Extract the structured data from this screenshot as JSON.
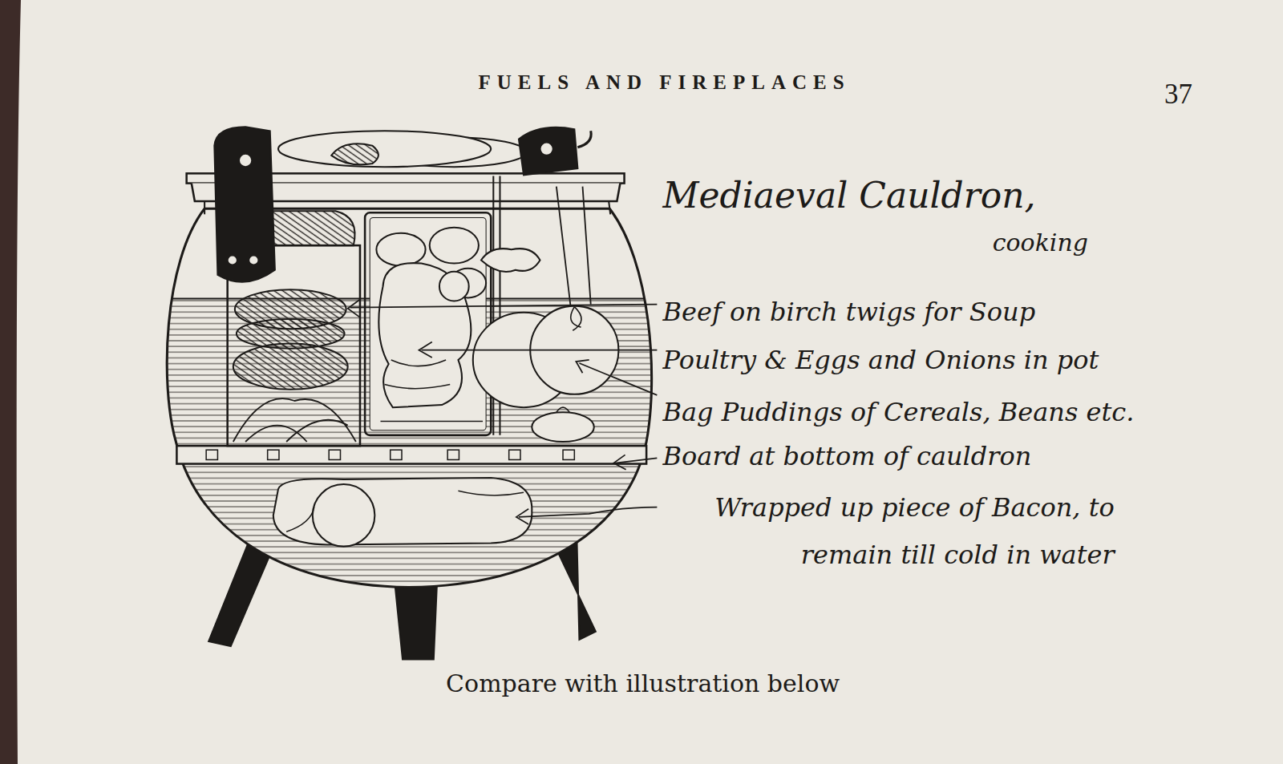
{
  "diagram": {
    "title": "Mediaeval Cauldron,",
    "caption": "Compare with illustration below",
    "labels": [
      "FUELS AND FIREPLACES",
      "37",
      "cooking",
      "Beef on birch twigs for Soup",
      "Poultry & Eggs and Onions in pot",
      "Bag Puddings of Cereals, Beans etc.",
      "Board at bottom of cauldron",
      "Wrapped up piece of Bacon, to remain till cold in water"
    ]
  }
}
